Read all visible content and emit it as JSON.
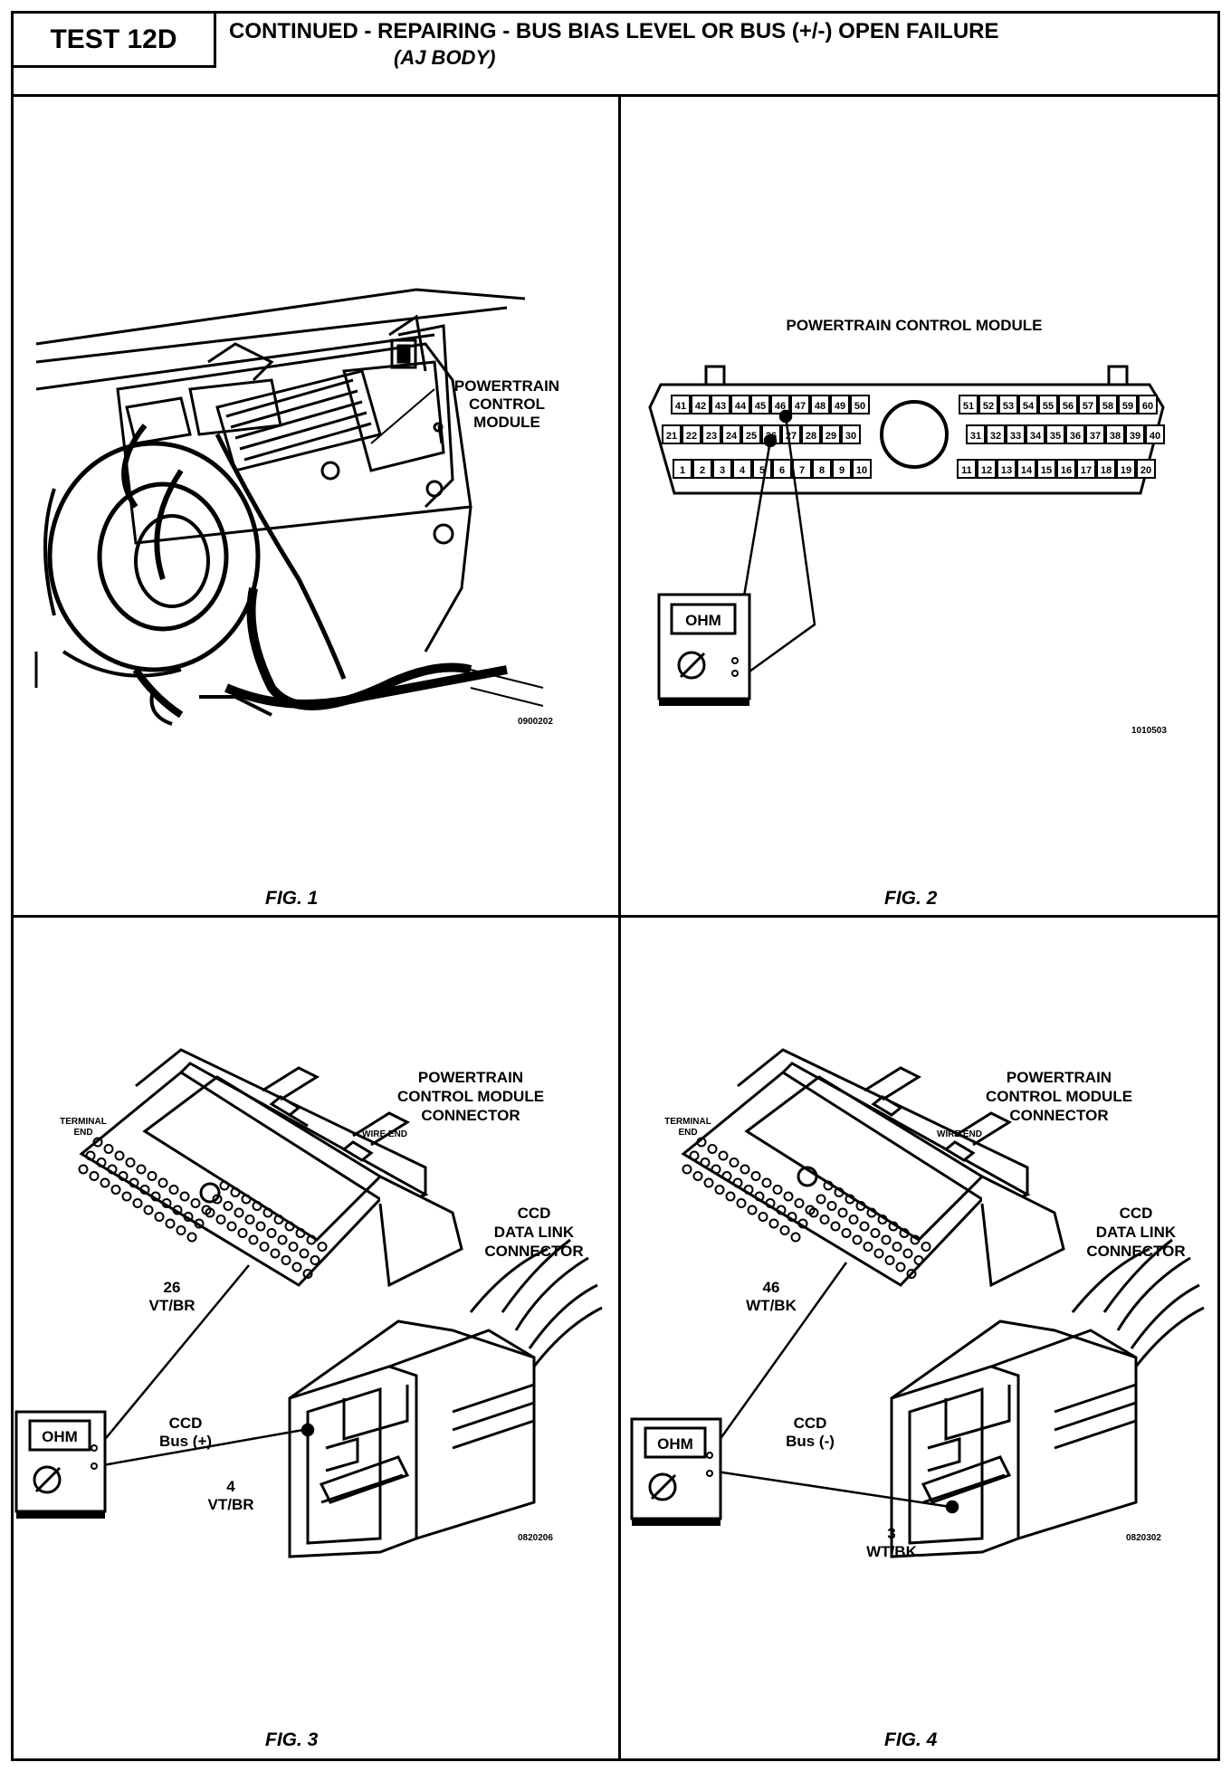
{
  "header": {
    "test_label": "TEST 12D",
    "title": "CONTINUED -  REPAIRING - BUS BIAS LEVEL OR BUS (+/-) OPEN FAILURE",
    "subtitle": "(AJ BODY)"
  },
  "fig1": {
    "caption": "FIG. 1",
    "label_lines": [
      "POWERTRAIN",
      "CONTROL",
      "MODULE"
    ],
    "ref": "0900202"
  },
  "fig2": {
    "caption": "FIG. 2",
    "title": "POWERTRAIN CONTROL MODULE",
    "meter_text": "OHM",
    "ref": "1010503",
    "pins_left_top": [
      "41",
      "42",
      "43",
      "44",
      "45",
      "46",
      "47",
      "48",
      "49",
      "50"
    ],
    "pins_left_mid": [
      "21",
      "22",
      "23",
      "24",
      "25",
      "26",
      "27",
      "28",
      "29",
      "30"
    ],
    "pins_left_bot": [
      "1",
      "2",
      "3",
      "4",
      "5",
      "6",
      "7",
      "8",
      "9",
      "10"
    ],
    "pins_right_top": [
      "51",
      "52",
      "53",
      "54",
      "55",
      "56",
      "57",
      "58",
      "59",
      "60"
    ],
    "pins_right_mid": [
      "31",
      "32",
      "33",
      "34",
      "35",
      "36",
      "37",
      "38",
      "39",
      "40"
    ],
    "pins_right_bot": [
      "11",
      "12",
      "13",
      "14",
      "15",
      "16",
      "17",
      "18",
      "19",
      "20"
    ]
  },
  "fig3": {
    "caption": "FIG. 3",
    "pcm_label_lines": [
      "POWERTRAIN",
      "CONTROL MODULE",
      "CONNECTOR"
    ],
    "terminal_end_lines": [
      "TERMINAL",
      "END"
    ],
    "wire_end": "WIRE  END",
    "ccd_label_lines": [
      "CCD",
      "DATA LINK",
      "CONNECTOR"
    ],
    "pin_a_lines": [
      "26",
      "VT/BR"
    ],
    "bus_lines": [
      "CCD",
      "Bus (+)"
    ],
    "pin_b_lines": [
      "4",
      "VT/BR"
    ],
    "meter_text": "OHM",
    "ref": "0820206"
  },
  "fig4": {
    "caption": "FIG. 4",
    "pcm_label_lines": [
      "POWERTRAIN",
      "CONTROL MODULE",
      "CONNECTOR"
    ],
    "terminal_end_lines": [
      "TERMINAL",
      "END"
    ],
    "wire_end": "WIRE  END",
    "ccd_label_lines": [
      "CCD",
      "DATA LINK",
      "CONNECTOR"
    ],
    "pin_a_lines": [
      "46",
      "WT/BK"
    ],
    "bus_lines": [
      "CCD",
      "Bus (-)"
    ],
    "pin_b_lines": [
      "3",
      "WT/BK"
    ],
    "meter_text": "OHM",
    "ref": "0820302"
  }
}
